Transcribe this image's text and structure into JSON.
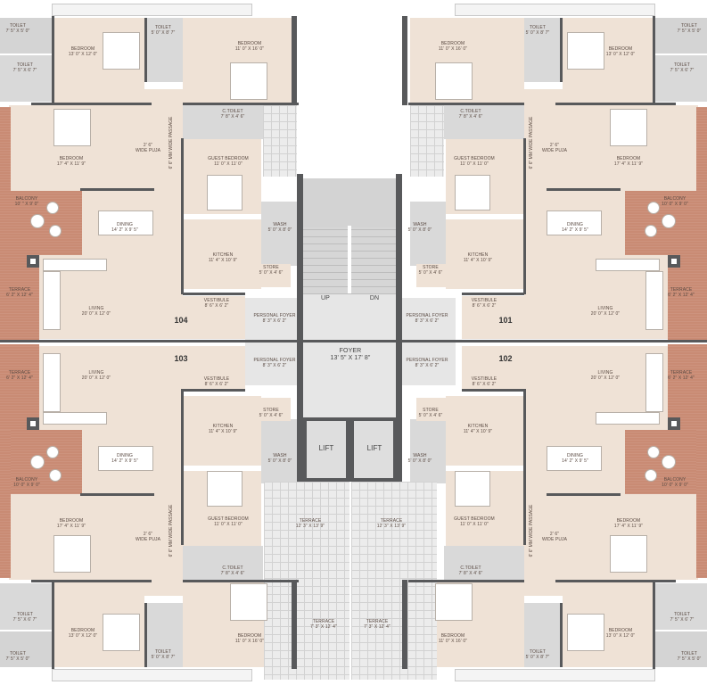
{
  "plan": {
    "type": "residential floor plan",
    "core": {
      "foyer": {
        "name": "FOYER",
        "dim": "13' 5\" X 17' 8\""
      },
      "stairs": {
        "up": "UP",
        "down": "DN"
      },
      "lifts": [
        "LIFT",
        "LIFT"
      ],
      "personal_foyers": [
        {
          "name": "PERSONAL FOYER",
          "dim": "8' 3\" X 6' 2\""
        },
        {
          "name": "PERSONAL FOYER",
          "dim": "8' 3\" X 6' 2\""
        },
        {
          "name": "PERSONAL FOYER",
          "dim": "8' 3\" X 6' 2\""
        },
        {
          "name": "PERSONAL FOYER",
          "dim": "8' 3\" X 6' 2\""
        }
      ],
      "terraces": [
        {
          "name": "TERRACE",
          "dim": "12' 3\" X 13' 9\""
        },
        {
          "name": "TERRACE",
          "dim": "12' 3\" X 13' 9\""
        },
        {
          "name": "TERRACE",
          "dim": "7' 3\" X 12' 4\""
        },
        {
          "name": "TERRACE",
          "dim": "7' 3\" X 12' 4\""
        }
      ]
    },
    "units": {
      "u104": {
        "number": "104",
        "toilet1": {
          "name": "TOILET",
          "dim": "7' 5\" X 5' 0\""
        },
        "toilet2": {
          "name": "TOILET",
          "dim": "7' 5\" X 6' 7\""
        },
        "bedroom_master": {
          "name": "BEDROOM",
          "dim": "13' 0\" X 12' 0\""
        },
        "toilet3": {
          "name": "TOILET",
          "dim": "5' 0\" X 8' 7\""
        },
        "bedroom2": {
          "name": "BEDROOM",
          "dim": "11' 0\" X 16' 0\""
        },
        "bedroom3": {
          "name": "BEDROOM",
          "dim": "17' 4\" X 11' 9\""
        },
        "puja": {
          "name": "2' 6\"",
          "sub": "WIDE PUJA"
        },
        "passage": "6' 6\" MM WIDE PASSAGE",
        "ctoilet": {
          "name": "C.TOILET",
          "dim": "7' 8\" X 4' 6\""
        },
        "guest": {
          "name": "GUEST BEDROOM",
          "dim": "11' 0\" X 11' 0\""
        },
        "balcony": {
          "name": "BALCONY",
          "dim": "10' \" X 9' 0\""
        },
        "dining": {
          "name": "DINING",
          "dim": "14' 2\" X 9' 5\""
        },
        "wash": {
          "name": "WASH",
          "dim": "5' 0\" X 8' 0\""
        },
        "kitchen": {
          "name": "KITCHEN",
          "dim": "11' 4\" X 10' 9\""
        },
        "store": {
          "name": "STORE",
          "dim": "5' 0\" X 4' 6\""
        },
        "terrace": {
          "name": "TERRACE",
          "dim": "6' 2\" X 12' 4\""
        },
        "living": {
          "name": "LIVING",
          "dim": "20' 0\" X 12' 0\""
        },
        "vestibule": {
          "name": "VESTIBULE",
          "dim": "8' 6\" X 6' 2\""
        }
      },
      "u101": {
        "number": "101",
        "toilet1": {
          "name": "TOILET",
          "dim": "7' 5\" X 5' 0\""
        },
        "toilet2": {
          "name": "TOILET",
          "dim": "7' 5\" X 6' 7\""
        },
        "bedroom_master": {
          "name": "BEDROOM",
          "dim": "13' 0\" X 12' 0\""
        },
        "toilet3": {
          "name": "TOILET",
          "dim": "5' 0\" X 8' 7\""
        },
        "bedroom2": {
          "name": "BEDROOM",
          "dim": "11' 0\" X 16' 0\""
        },
        "bedroom3": {
          "name": "BEDROOM",
          "dim": "17' 4\" X 11' 9\""
        },
        "puja": {
          "name": "2' 6\"",
          "sub": "WIDE PUJA"
        },
        "passage": "6' 6\" MM WIDE PASSAGE",
        "ctoilet": {
          "name": "C.TOILET",
          "dim": "7' 8\" X 4' 6\""
        },
        "guest": {
          "name": "GUEST BEDROOM",
          "dim": "11' 0\" X 11' 0\""
        },
        "balcony": {
          "name": "BALCONY",
          "dim": "10' 0\" X 9' 0\""
        },
        "dining": {
          "name": "DINING",
          "dim": "14' 2\" X 9' 5\""
        },
        "wash": {
          "name": "WASH",
          "dim": "5' 0\" X 8' 0\""
        },
        "kitchen": {
          "name": "KITCHEN",
          "dim": "11' 4\" X 10' 9\""
        },
        "store": {
          "name": "STORE",
          "dim": "5' 0\" X 4' 6\""
        },
        "terrace": {
          "name": "TERRACE",
          "dim": "6' 2\" X 12' 4\""
        },
        "living": {
          "name": "LIVING",
          "dim": "20' 0\" X 12' 0\""
        },
        "vestibule": {
          "name": "VESTIBULE",
          "dim": "8' 6\" X 6' 2\""
        }
      },
      "u103": {
        "number": "103",
        "toilet1": {
          "name": "TOILET",
          "dim": "7' 5\" X 5' 0\""
        },
        "toilet2": {
          "name": "TOILET",
          "dim": "7' 5\" X 6' 7\""
        },
        "bedroom_master": {
          "name": "BEDROOM",
          "dim": "13' 0\" X 12' 0\""
        },
        "toilet3": {
          "name": "TOILET",
          "dim": "5' 0\" X 8' 7\""
        },
        "bedroom2": {
          "name": "BEDROOM",
          "dim": "11' 0\" X 16' 0\""
        },
        "bedroom3": {
          "name": "BEDROOM",
          "dim": "17' 4\" X 11' 9\""
        },
        "puja": {
          "name": "2' 6\"",
          "sub": "WIDE PUJA"
        },
        "passage": "6' 6\" MM WIDE PASSAGE",
        "ctoilet": {
          "name": "C.TOILET",
          "dim": "7' 8\" X 4' 6\""
        },
        "guest": {
          "name": "GUEST BEDROOM",
          "dim": "11' 0\" X 11' 0\""
        },
        "balcony": {
          "name": "BALCONY",
          "dim": "10' 0\" X 9' 0\""
        },
        "dining": {
          "name": "DINING",
          "dim": "14' 2\" X 9' 5\""
        },
        "wash": {
          "name": "WASH",
          "dim": "5' 0\" X 8' 0\""
        },
        "kitchen": {
          "name": "KITCHEN",
          "dim": "11' 4\" X 10' 9\""
        },
        "store": {
          "name": "STORE",
          "dim": "5' 0\" X 4' 6\""
        },
        "terrace": {
          "name": "TERRACE",
          "dim": "6' 2\" X 12' 4\""
        },
        "living": {
          "name": "LIVING",
          "dim": "20' 0\" X 12' 0\""
        },
        "vestibule": {
          "name": "VESTIBULE",
          "dim": "8' 6\" X 6' 2\""
        }
      },
      "u102": {
        "number": "102",
        "toilet1": {
          "name": "TOILET",
          "dim": "7' 5\" X 5' 0\""
        },
        "toilet2": {
          "name": "TOILET",
          "dim": "7' 5\" X 6' 7\""
        },
        "bedroom_master": {
          "name": "BEDROOM",
          "dim": "13' 0\" X 12' 0\""
        },
        "toilet3": {
          "name": "TOILET",
          "dim": "5' 0\" X 8' 7\""
        },
        "bedroom2": {
          "name": "BEDROOM",
          "dim": "11' 0\" X 16' 0\""
        },
        "bedroom3": {
          "name": "BEDROOM",
          "dim": "17' 4\" X 11' 9\""
        },
        "puja": {
          "name": "2' 6\"",
          "sub": "WIDE PUJA"
        },
        "passage": "6' 6\" MM WIDE PASSAGE",
        "ctoilet": {
          "name": "C.TOILET",
          "dim": "7' 8\" X 4' 6\""
        },
        "guest": {
          "name": "GUEST BEDROOM",
          "dim": "11' 0\" X 11' 0\""
        },
        "balcony": {
          "name": "BALCONY",
          "dim": "10' 0\" X 9' 0\""
        },
        "dining": {
          "name": "DINING",
          "dim": "14' 2\" X 9' 5\""
        },
        "wash": {
          "name": "WASH",
          "dim": "5' 0\" X 8' 0\""
        },
        "kitchen": {
          "name": "KITCHEN",
          "dim": "11' 4\" X 10' 9\""
        },
        "store": {
          "name": "STORE",
          "dim": "5' 0\" X 4' 6\""
        },
        "terrace": {
          "name": "TERRACE",
          "dim": "6' 2\" X 12' 4\""
        },
        "living": {
          "name": "LIVING",
          "dim": "20' 0\" X 12' 0\""
        },
        "vestibule": {
          "name": "VESTIBULE",
          "dim": "8' 6\" X 6' 2\""
        }
      }
    },
    "colors": {
      "room_floor": "#efe2d6",
      "wet_area": "#d9d9d9",
      "wood_deck": "#c98b74",
      "wall": "#58595b",
      "tile": "#ececec"
    }
  }
}
